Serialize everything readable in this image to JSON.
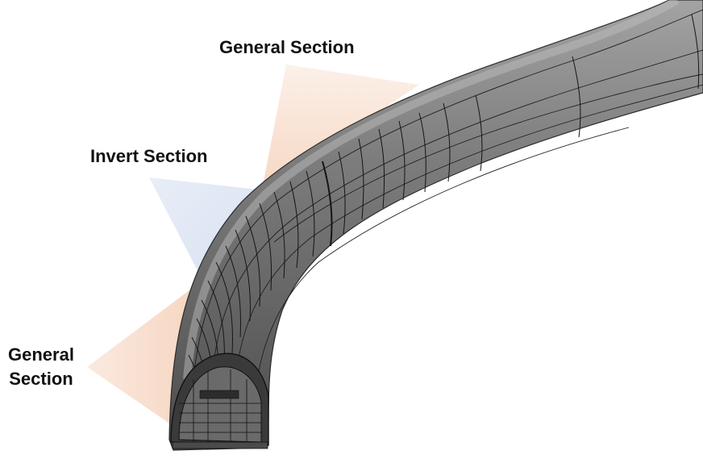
{
  "labels": {
    "general_section_top": "General Section",
    "invert_section": "Invert Section",
    "general_section_bottom_line1": "General",
    "general_section_bottom_line2": "Section"
  },
  "colors": {
    "background": "#ffffff",
    "general_wedge": "#f6d5c0",
    "invert_wedge": "#d9e2f2",
    "tunnel_surface": "#7a7a7a",
    "tunnel_dark": "#4f4f4f",
    "wire_lines": "#222222",
    "label_text": "#111111"
  },
  "icons": {
    "tunnel": "curved-tunnel-3d-model",
    "section_wedge": "translucent-section-wedge"
  }
}
